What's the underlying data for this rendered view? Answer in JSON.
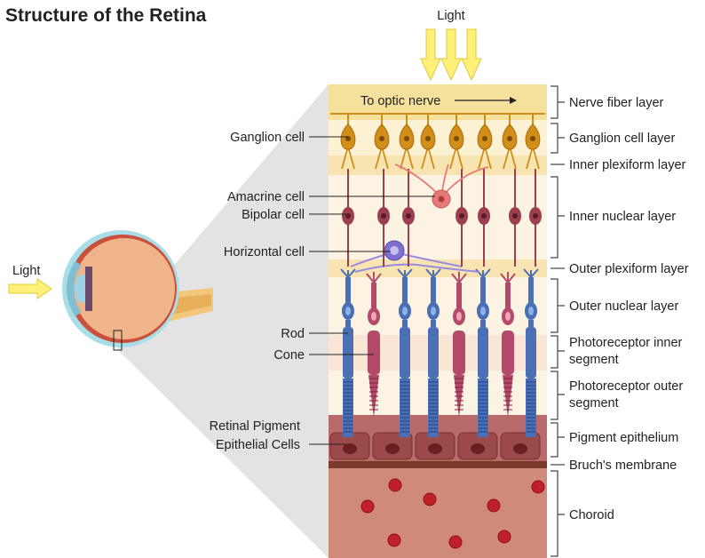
{
  "title": "Structure of the Retina",
  "light_top": "Light",
  "light_left": "Light",
  "optic_nerve": "To optic nerve",
  "left_labels": {
    "ganglion": "Ganglion cell",
    "amacrine": "Amacrine cell",
    "bipolar": "Bipolar cell",
    "horizontal": "Horizontal cell",
    "rod": "Rod",
    "cone": "Cone",
    "rpe_1": "Retinal Pigment",
    "rpe_2": "Epithelial Cells"
  },
  "layers": {
    "nerve_fiber": "Nerve fiber layer",
    "ganglion_cell": "Ganglion cell layer",
    "inner_plexiform": "Inner plexiform layer",
    "inner_nuclear": "Inner nuclear layer",
    "outer_plexiform": "Outer plexiform layer",
    "outer_nuclear": "Outer nuclear layer",
    "inner_segment_1": "Photoreceptor inner",
    "inner_segment_2": "segment",
    "outer_segment_1": "Photoreceptor outer",
    "outer_segment_2": "segment",
    "pigment": "Pigment epithelium",
    "bruch": "Bruch's membrane",
    "choroid": "Choroid"
  },
  "colors": {
    "rod": "#4a6fb5",
    "cone": "#b44a6a",
    "ganglion": "#d18f1a",
    "bipolar": "#9b3f4f",
    "amacrine": "#e8797a",
    "horizontal": "#7f6fd0",
    "choroid": "#d08b78"
  }
}
